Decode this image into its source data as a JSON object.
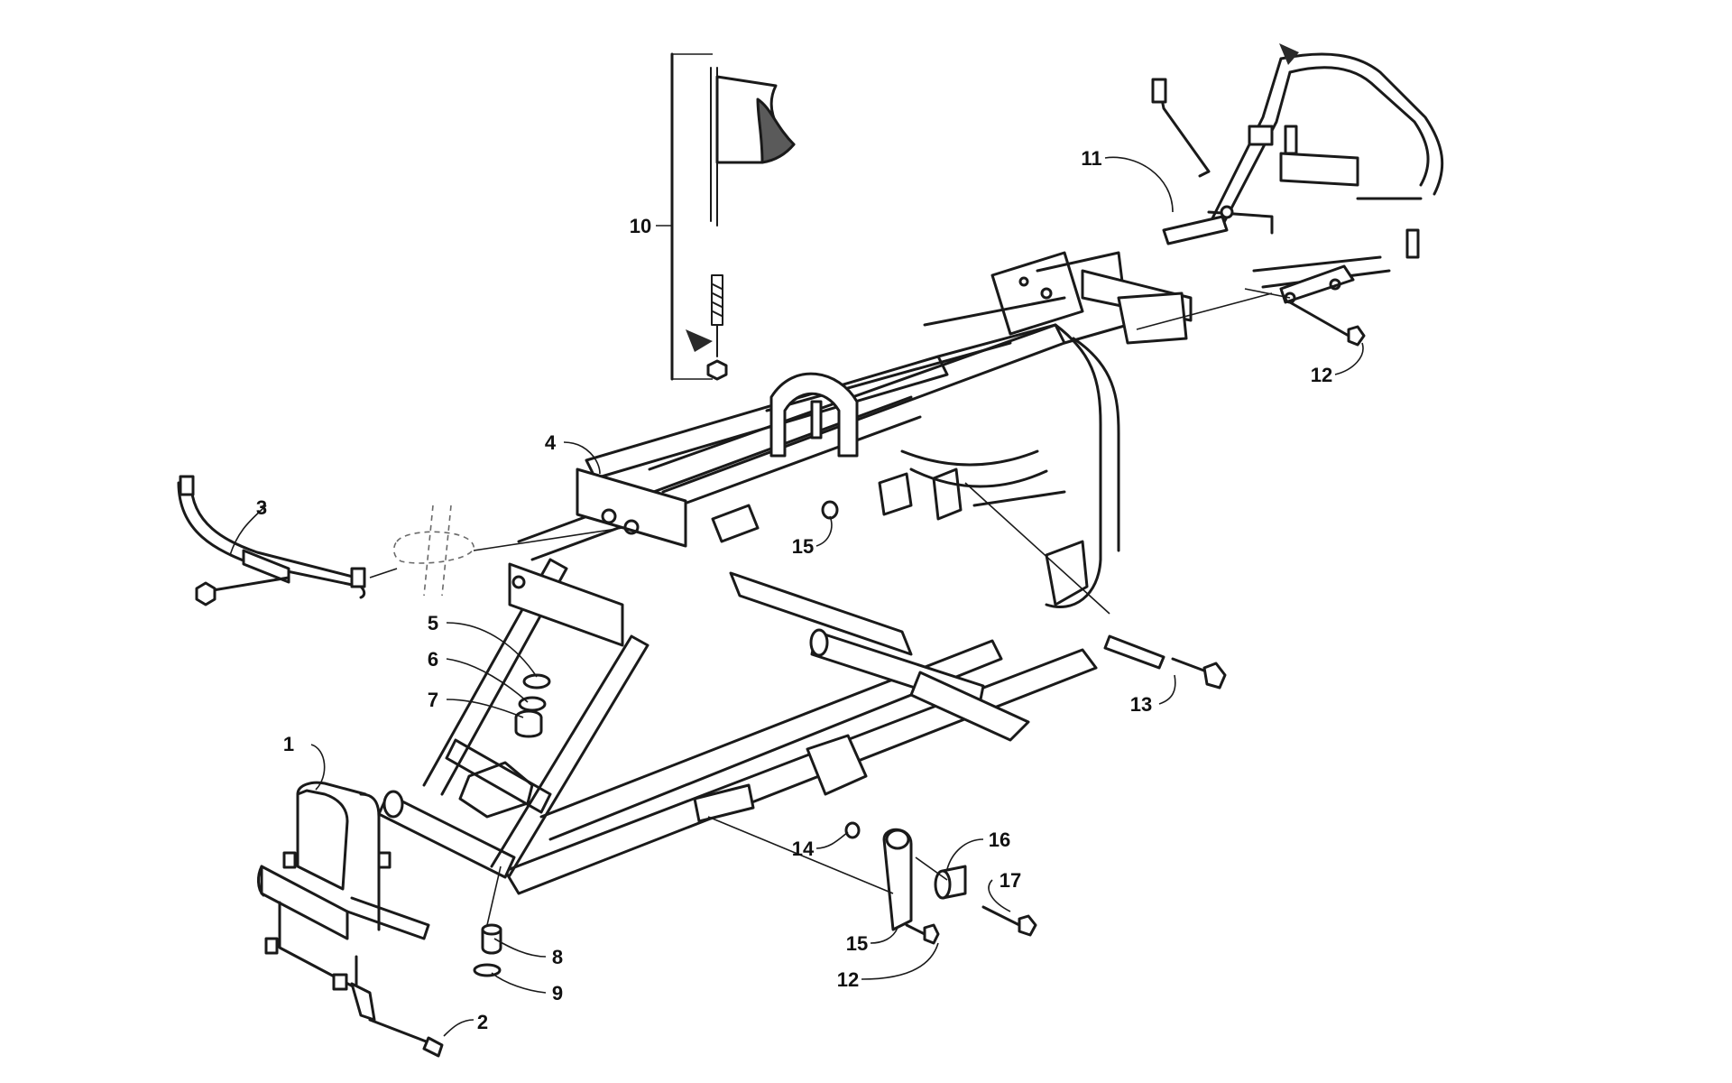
{
  "diagram": {
    "callouts": [
      {
        "id": "c1",
        "label": "1"
      },
      {
        "id": "c2",
        "label": "2"
      },
      {
        "id": "c3",
        "label": "3"
      },
      {
        "id": "c4",
        "label": "4"
      },
      {
        "id": "c5",
        "label": "5"
      },
      {
        "id": "c6",
        "label": "6"
      },
      {
        "id": "c7",
        "label": "7"
      },
      {
        "id": "c8",
        "label": "8"
      },
      {
        "id": "c9",
        "label": "9"
      },
      {
        "id": "c10",
        "label": "10"
      },
      {
        "id": "c11",
        "label": "11"
      },
      {
        "id": "c12a",
        "label": "12"
      },
      {
        "id": "c12b",
        "label": "12"
      },
      {
        "id": "c13",
        "label": "13"
      },
      {
        "id": "c14",
        "label": "14"
      },
      {
        "id": "c15a",
        "label": "15"
      },
      {
        "id": "c15b",
        "label": "15"
      },
      {
        "id": "c16",
        "label": "16"
      },
      {
        "id": "c17",
        "label": "17"
      }
    ]
  }
}
